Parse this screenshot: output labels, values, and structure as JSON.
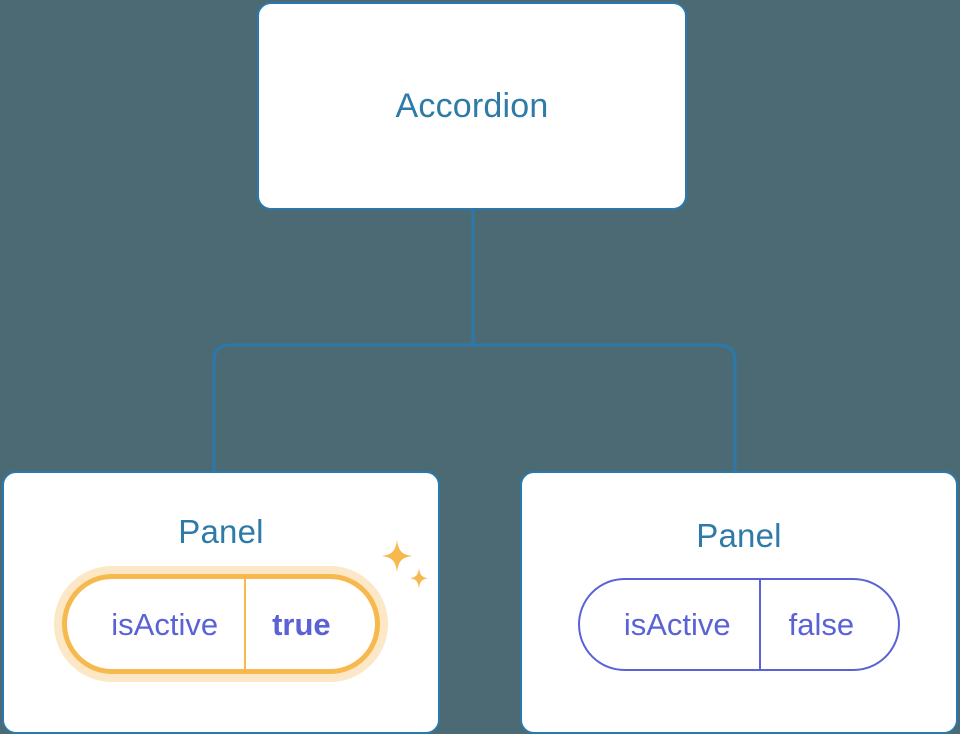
{
  "diagram": {
    "type": "component-tree",
    "background_color": "#4c6a73",
    "node_border_color": "#2b79ac",
    "node_title_color": "#2f7ba8",
    "connector_color": "#2b79ac",
    "prop_color": "#5a62d6",
    "highlight_color": "#f7b84e",
    "highlight_glow_color": "#fbdfae"
  },
  "root": {
    "title": "Accordion"
  },
  "children": [
    {
      "title": "Panel",
      "highlighted": true,
      "prop": {
        "key": "isActive",
        "value": "true",
        "value_bold": true
      },
      "sparkle_icons": [
        "sparkle-large-icon",
        "sparkle-small-icon"
      ]
    },
    {
      "title": "Panel",
      "highlighted": false,
      "prop": {
        "key": "isActive",
        "value": "false",
        "value_bold": false
      }
    }
  ]
}
